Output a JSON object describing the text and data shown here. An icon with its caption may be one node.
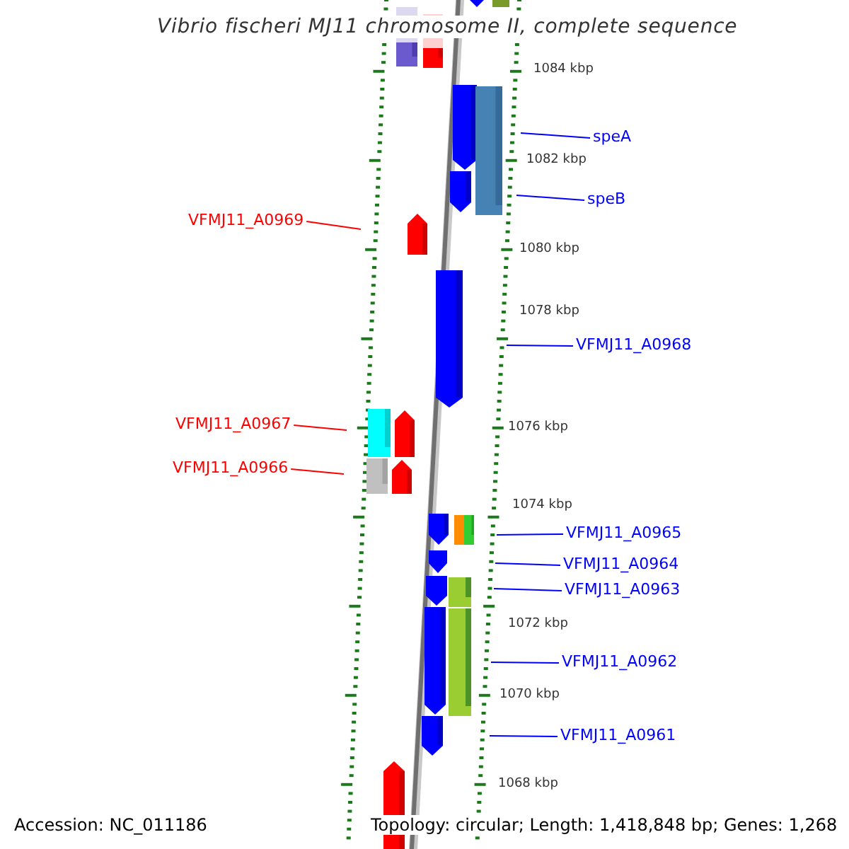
{
  "diagram": {
    "title": "Vibrio fischeri MJ11 chromosome II, complete sequence",
    "nodes": [
      {
        "text": [
          "speA"
        ]
      },
      {
        "text": [
          "speB"
        ]
      },
      {
        "text": [
          "VFMJ11_A0969"
        ]
      },
      {
        "text": [
          "VFMJ11_A0968"
        ]
      },
      {
        "text": [
          "VFMJ11_A0967"
        ]
      },
      {
        "text": [
          "VFMJ11_A0966"
        ]
      },
      {
        "text": [
          "VFMJ11_A0965"
        ]
      },
      {
        "text": [
          "VFMJ11_A0964"
        ]
      },
      {
        "text": [
          "VFMJ11_A0963"
        ]
      },
      {
        "text": [
          "VFMJ11_A0962"
        ]
      },
      {
        "text": [
          "VFMJ11_A0961"
        ]
      }
    ],
    "edges": [
      {
        "from": 0,
        "to": null,
        "arrow": "none"
      },
      {
        "from": 1,
        "to": null,
        "arrow": "none"
      },
      {
        "from": 2,
        "to": null,
        "arrow": "none",
        "color": "#ff0000"
      },
      {
        "from": 3,
        "to": null,
        "arrow": "none"
      },
      {
        "from": 4,
        "to": null,
        "arrow": "none",
        "color": "#ff0000"
      },
      {
        "from": 5,
        "to": null,
        "arrow": "none",
        "color": "#ff0000"
      },
      {
        "from": 6,
        "to": null,
        "arrow": "none"
      },
      {
        "from": 7,
        "to": null,
        "arrow": "none"
      },
      {
        "from": 8,
        "to": null,
        "arrow": "none"
      },
      {
        "from": 9,
        "to": null,
        "arrow": "none"
      },
      {
        "from": 10,
        "to": null,
        "arrow": "none"
      }
    ],
    "labels": [
      "1084 kbp",
      "1082 kbp",
      "1080 kbp",
      "1078 kbp",
      "1076 kbp",
      "1074 kbp",
      "1072 kbp",
      "1070 kbp",
      "1068 kbp",
      "Accession: NC_011186",
      "Topology: circular; Length: 1,418,848 bp; Genes: 1,268"
    ]
  }
}
